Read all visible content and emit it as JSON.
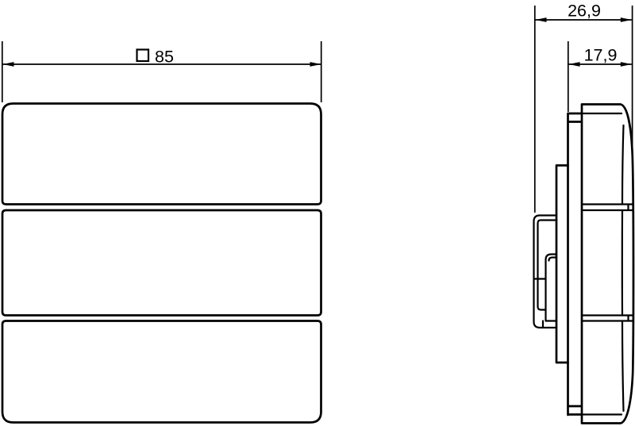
{
  "drawing": {
    "type": "technical-dimension-drawing",
    "views": [
      "front-view",
      "side-view"
    ],
    "front_view_sections": 3
  },
  "dimensions": {
    "width": {
      "symbol": "□",
      "value": "85",
      "label": "□ 85"
    },
    "total_depth": {
      "value": "26,9"
    },
    "front_depth": {
      "value": "17,9"
    }
  },
  "colors": {
    "line": "#000000",
    "background": "#ffffff"
  }
}
